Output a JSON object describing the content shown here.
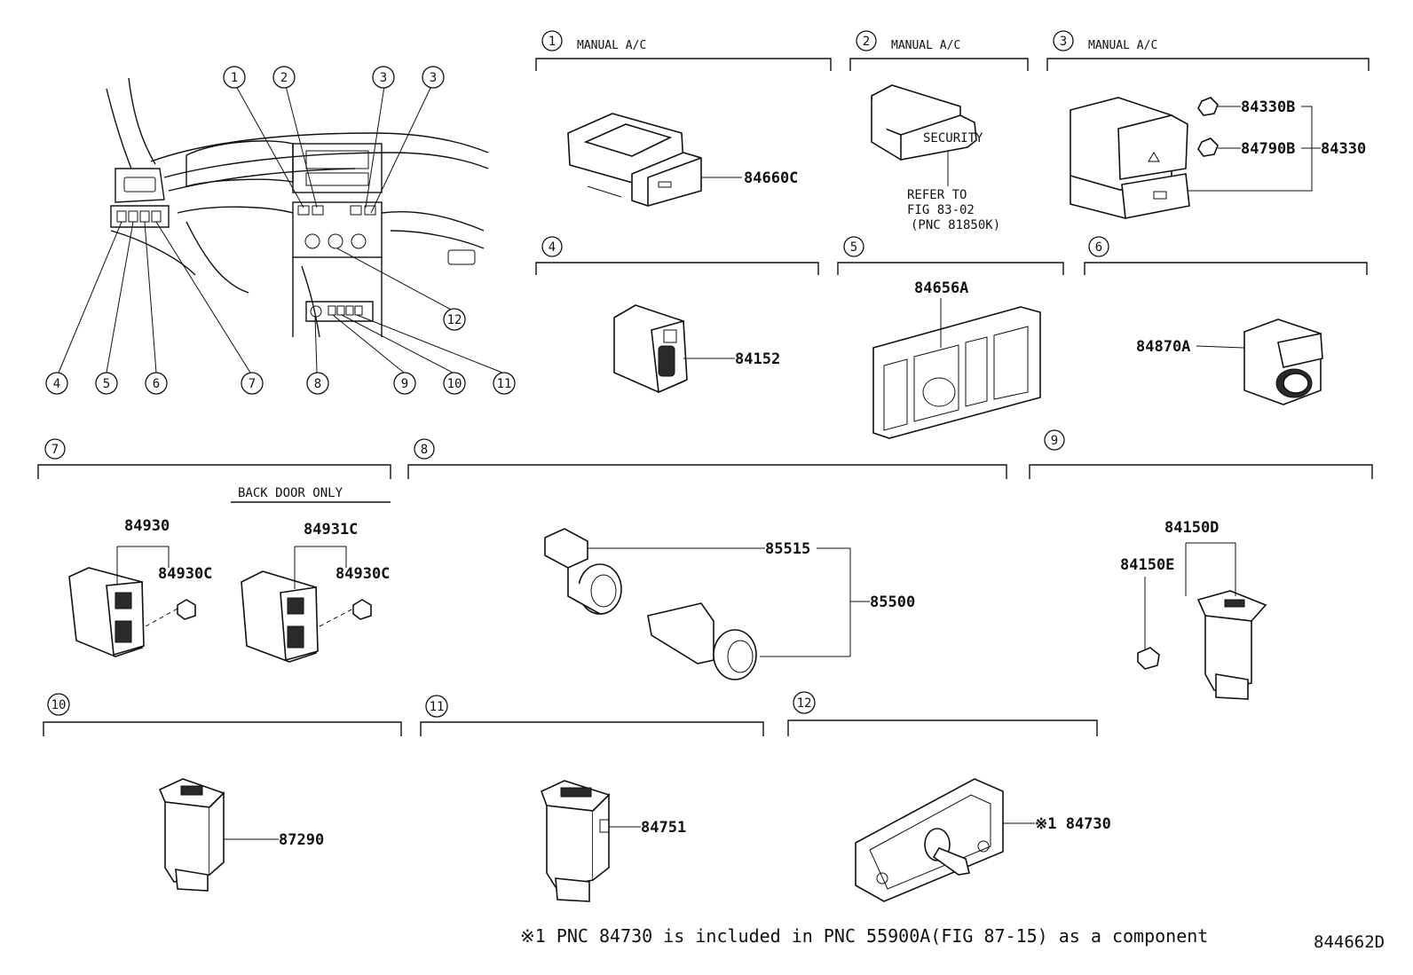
{
  "diagram_id": "844662D",
  "footnote": "※1 PNC 84730 is included in PNC 55900A(FIG 87-15) as a component",
  "dashboard_callouts": [
    "1",
    "2",
    "3",
    "3",
    "4",
    "5",
    "6",
    "7",
    "8",
    "9",
    "10",
    "11",
    "12"
  ],
  "sections": [
    {
      "num": "1",
      "caption": "MANUAL A/C"
    },
    {
      "num": "2",
      "caption": "MANUAL A/C"
    },
    {
      "num": "3",
      "caption": "MANUAL A/C"
    },
    {
      "num": "4",
      "caption": ""
    },
    {
      "num": "5",
      "caption": ""
    },
    {
      "num": "6",
      "caption": ""
    },
    {
      "num": "7",
      "caption": "BACK DOOR ONLY"
    },
    {
      "num": "8",
      "caption": ""
    },
    {
      "num": "9",
      "caption": ""
    },
    {
      "num": "10",
      "caption": ""
    },
    {
      "num": "11",
      "caption": ""
    },
    {
      "num": "12",
      "caption": ""
    }
  ],
  "part_labels": {
    "p84660C": "84660C",
    "refer": [
      "REFER TO",
      "FIG 83-02",
      "(PNC 81850K)"
    ],
    "security": "SECURITY",
    "p84330B": "84330B",
    "p84790B": "84790B",
    "p84330": "84330",
    "p84152": "84152",
    "p84656A": "84656A",
    "p84870A": "84870A",
    "p84930": "84930",
    "p84930C_a": "84930C",
    "p84931C": "84931C",
    "p84930C_b": "84930C",
    "p85515": "85515",
    "p85500": "85500",
    "p84150D": "84150D",
    "p84150E": "84150E",
    "p87290": "87290",
    "p84751": "84751",
    "p84730": "※1 84730"
  }
}
